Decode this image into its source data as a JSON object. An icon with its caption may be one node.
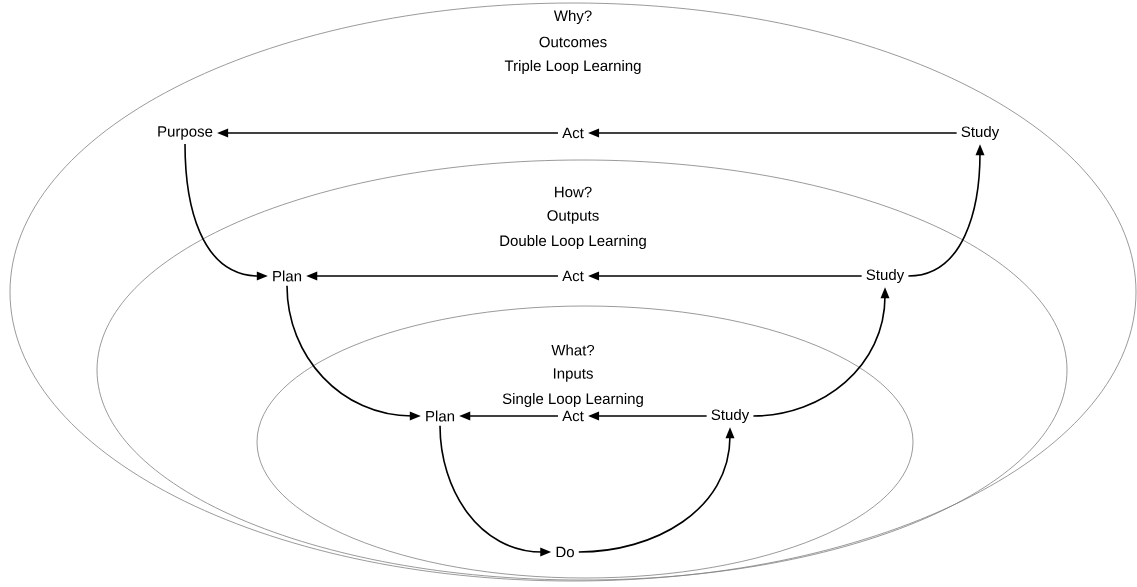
{
  "diagram": {
    "nodes": [
      {
        "text": [
          "Why?",
          "Outcomes",
          "Triple Loop Learning"
        ]
      },
      {
        "text": [
          "Purpose"
        ],
        "in": 0
      },
      {
        "text": [
          "Act"
        ],
        "in": 0
      },
      {
        "text": [
          "Study"
        ],
        "in": 0
      },
      {
        "text": [
          "How?",
          "Outputs",
          "Double Loop Learning"
        ],
        "in": 0
      },
      {
        "text": [
          "Plan"
        ],
        "in": 4
      },
      {
        "text": [
          "Act"
        ],
        "in": 4
      },
      {
        "text": [
          "Study"
        ],
        "in": 4
      },
      {
        "text": [
          "What?",
          "Inputs",
          "Single Loop Learning"
        ],
        "in": 4
      },
      {
        "text": [
          "Plan"
        ],
        "in": 8
      },
      {
        "text": [
          "Act"
        ],
        "in": 8
      },
      {
        "text": [
          "Study"
        ],
        "in": 8
      },
      {
        "text": [
          "Do"
        ],
        "in": 8
      }
    ],
    "edges": [
      {
        "from": 3,
        "to": 2,
        "arrow": "to"
      },
      {
        "from": 2,
        "to": 1,
        "arrow": "to"
      },
      {
        "from": 1,
        "to": 5,
        "arrow": "to"
      },
      {
        "from": 7,
        "to": 6,
        "arrow": "to"
      },
      {
        "from": 6,
        "to": 5,
        "arrow": "to"
      },
      {
        "from": 7,
        "to": 3,
        "arrow": "to"
      },
      {
        "from": 5,
        "to": 9,
        "arrow": "to"
      },
      {
        "from": 11,
        "to": 10,
        "arrow": "to"
      },
      {
        "from": 10,
        "to": 9,
        "arrow": "to"
      },
      {
        "from": 11,
        "to": 7,
        "arrow": "to"
      },
      {
        "from": 9,
        "to": 12,
        "arrow": "to"
      },
      {
        "from": 12,
        "to": 11,
        "arrow": "to"
      }
    ]
  }
}
